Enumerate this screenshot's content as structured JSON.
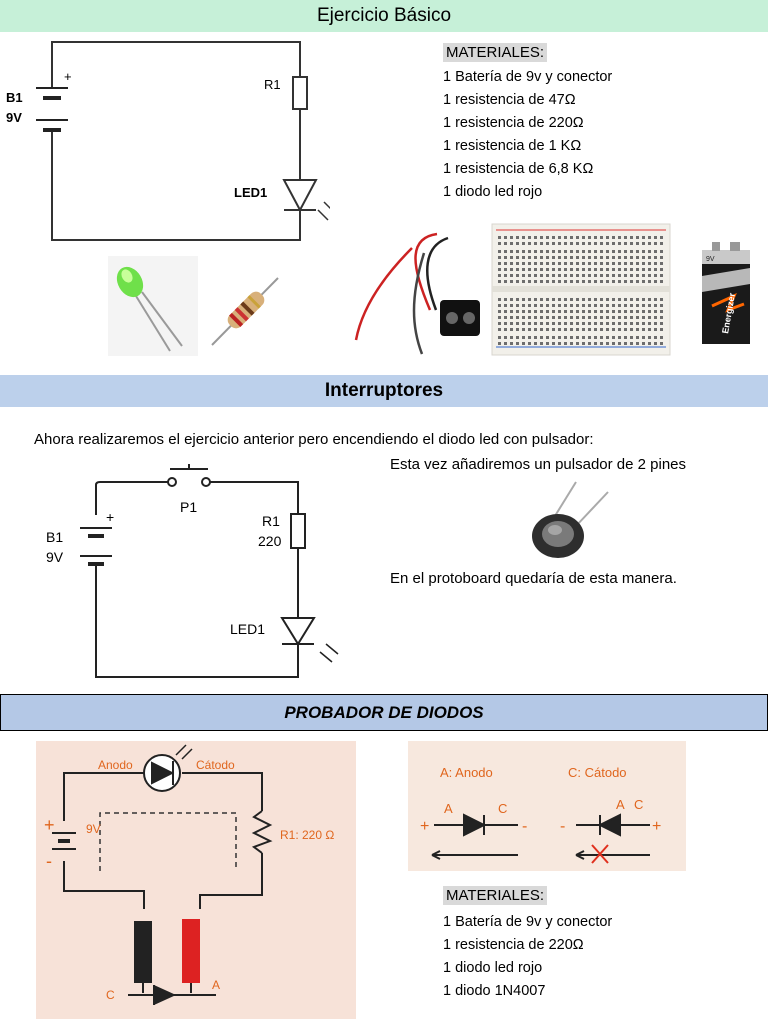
{
  "section1": {
    "title": "Ejercicio Básico",
    "schematic": {
      "battery_name": "B1",
      "battery_value": "9V",
      "plus": "+",
      "resistor": "R1",
      "led": "LED1"
    },
    "materials_title": "MATERIALES:",
    "materials": [
      "1 Batería de 9v y conector",
      "1 resistencia de 47Ω",
      "1 resistencia de 220Ω",
      "1 resistencia de 1 KΩ",
      "1 resistencia de 6,8 KΩ",
      "1 diodo led rojo"
    ],
    "battery_label_top": "9V",
    "battery_brand": "Energizer"
  },
  "section2": {
    "title": "Interruptores",
    "intro": "Ahora realizaremos el ejercicio anterior pero encendiendo el diodo led con pulsador:",
    "note": "Esta vez añadiremos un pulsador de 2 pines",
    "protoboard_note": "En el protoboard quedaría de esta manera.",
    "schematic": {
      "switch": "P1",
      "battery_name": "B1",
      "battery_value": "9V",
      "plus": "+",
      "resistor": "R1",
      "resistor_value": "220",
      "led": "LED1"
    }
  },
  "section3": {
    "title": "PROBADOR DE DIODOS",
    "photo1": {
      "anode": "Anodo",
      "cathode": "Cátodo",
      "battery": "9V",
      "resistor": "R1: 220 Ω",
      "plus": "+",
      "minus": "-",
      "c": "C",
      "a": "A"
    },
    "photo2": {
      "anode": "A: Anodo",
      "cathode": "C: Cátodo",
      "a": "A",
      "c": "C",
      "plus": "+",
      "minus": "-"
    },
    "materials_title": "MATERIALES:",
    "materials": [
      "1 Batería de 9v y conector",
      "1 resistencia de 220Ω",
      "1 diodo led rojo",
      "1 diodo 1N4007"
    ]
  }
}
